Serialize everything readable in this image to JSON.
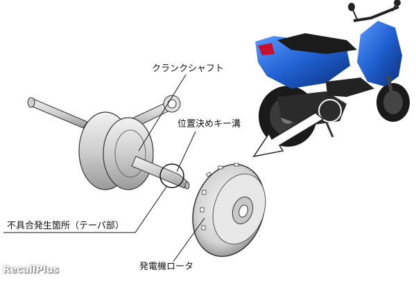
{
  "labels": {
    "crankshaft": "クランクシャフト",
    "key_groove": "位置決めキー溝",
    "defect_location": "不具合発生箇所（テーパ部）",
    "generator_rotor": "発電機ロータ"
  },
  "watermark": "RecallPlus",
  "colors": {
    "scooter_body": "#1f5fd0",
    "part_metal": "#d9d9d9",
    "outline": "#222222"
  }
}
